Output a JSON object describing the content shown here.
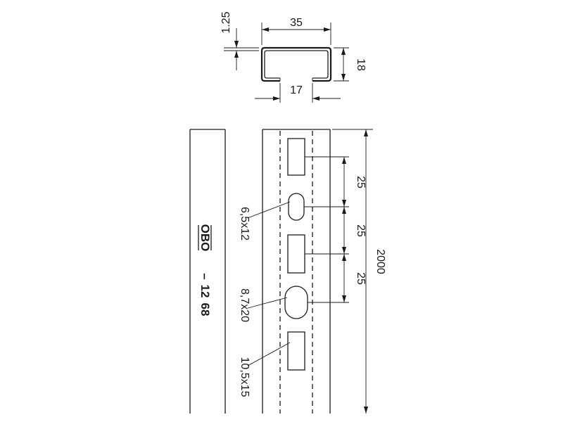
{
  "profile_dimensions": {
    "thickness": "1.25",
    "width": "35",
    "height": "18",
    "opening": "17"
  },
  "hole_spacings": [
    "25",
    "25",
    "25"
  ],
  "length": "2000",
  "holes": {
    "small_slot": "6,5x12",
    "large_slot": "8,7x20",
    "rect_slot": "10,5x15"
  },
  "marking": {
    "brand": "OBO",
    "code_prefix": "–",
    "code_part1": "12",
    "code_part2": "68"
  },
  "colors": {
    "line": "#1a1a1a",
    "background": "#ffffff"
  }
}
